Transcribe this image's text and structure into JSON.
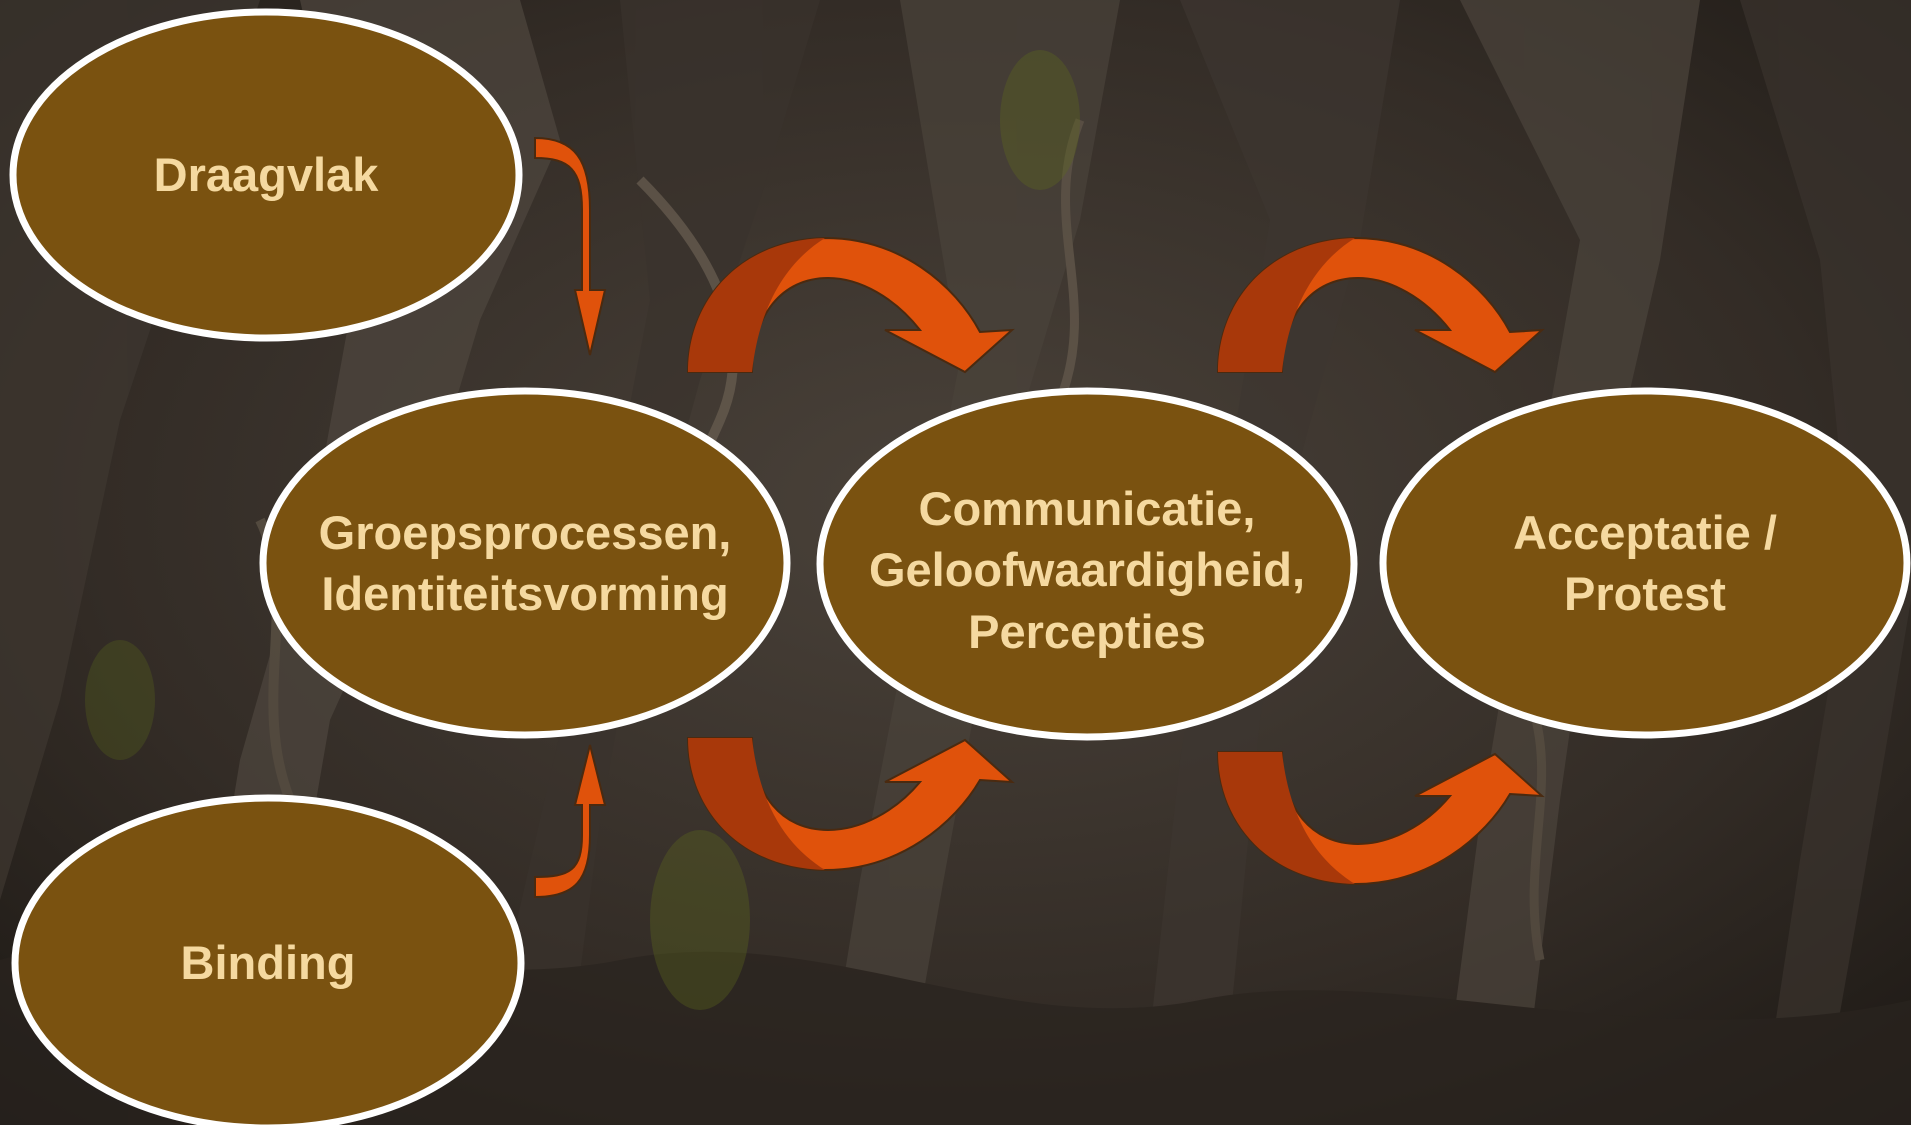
{
  "nodes": {
    "draagvlak": {
      "label": "Draagvlak"
    },
    "binding": {
      "label": "Binding"
    },
    "groepsprocessen": {
      "label": "Groepsprocessen,\nIdentiteitsvorming"
    },
    "communicatie": {
      "label": "Communicatie,\nGeloofwaardigheid,\nPercepties"
    },
    "acceptatie": {
      "label": "Acceptatie /\nProtest"
    }
  },
  "colors": {
    "node_fill": "#7a5210",
    "node_border": "#ffffff",
    "label_text": "#f5d9a0",
    "arrow_fill": "#e0520b",
    "arrow_shade": "#a8380a",
    "background": "#2b2520"
  }
}
